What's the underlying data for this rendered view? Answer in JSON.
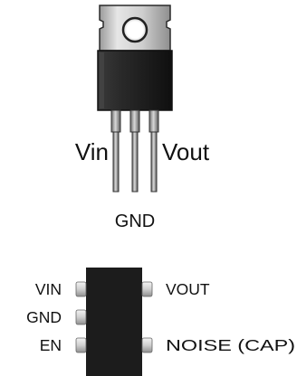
{
  "to220": {
    "left_pin_label": "Vin",
    "right_pin_label": "Vout",
    "center_pin_label": "GND"
  },
  "sot_package": {
    "left_pins": [
      "VIN",
      "GND",
      "EN"
    ],
    "right_pins": [
      "VOUT",
      "NOISE (CAP)"
    ]
  },
  "colors": {
    "package_body": "#1c1c1c",
    "tab_metal": "#c4c4c4",
    "leads": "#8c8c8c",
    "text": "#111111"
  }
}
